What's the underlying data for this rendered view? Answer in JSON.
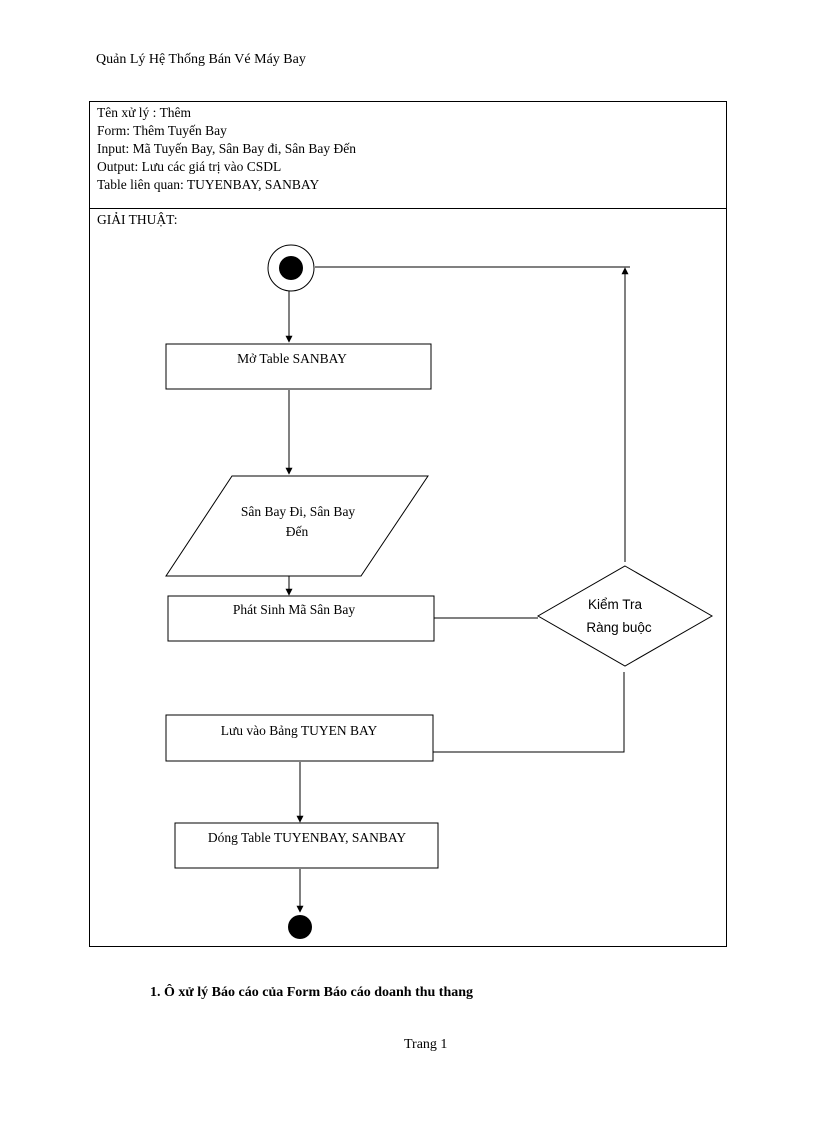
{
  "header": {
    "title": "Quản Lý Hệ Thống Bán Vé Máy Bay"
  },
  "info": {
    "process_name": "Tên xử lý : Thêm",
    "form": "Form:  Thêm Tuyến Bay",
    "input": "Input:  Mã Tuyến Bay, Sân Bay đi, Sân Bay Đến",
    "output": "Output: Lưu các giá trị vào CSDL",
    "tables": "Table liên quan: TUYENBAY, SANBAY"
  },
  "algorithm": {
    "label": "GIẢI THUẬT:",
    "nodes": {
      "open_table": "Mở Table SANBAY",
      "input_line1": "Sân Bay Đi, Sân Bay",
      "input_line2": "Đến",
      "generate": "Phát Sinh  Mã Sân Bay",
      "check_line1": "Kiểm Tra",
      "check_line2": "Ràng buộc",
      "save": "Lưu vào Bảng TUYEN BAY",
      "close": "Dóng Table TUYENBAY, SANBAY"
    }
  },
  "section": {
    "heading": "1.   Ô xử lý Báo cáo của Form Báo cáo doanh thu thang"
  },
  "footer": {
    "page": "Trang 1"
  }
}
